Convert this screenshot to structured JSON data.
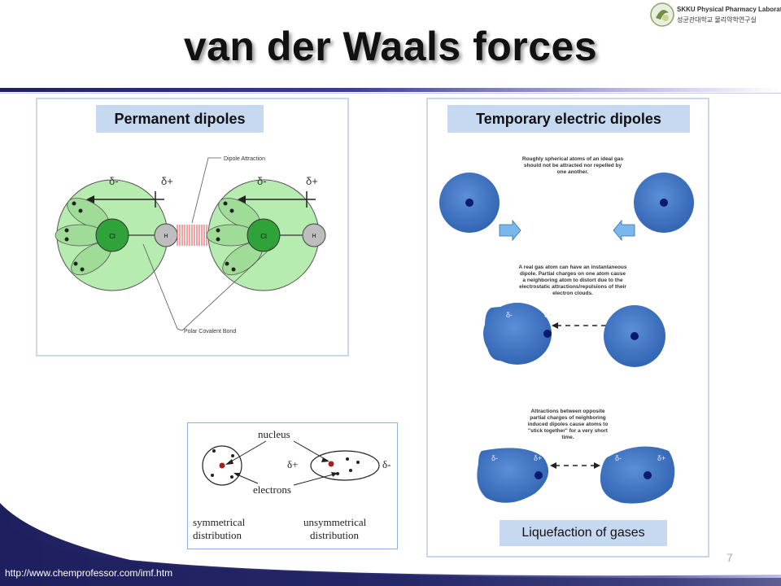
{
  "header": {
    "title": "van der Waals forces",
    "logo_line1": "SKKU Physical Pharmacy Laboratory",
    "logo_line2": "성균관대학교 물리약학연구실"
  },
  "left_panel": {
    "label": "Permanent dipoles",
    "diagram": {
      "dipole_attraction": "Dipole Attraction",
      "polar_covalent_bond": "Polar Covalent Bond",
      "delta_minus": "δ-",
      "delta_plus": "δ+",
      "atom_cl": "Cl",
      "atom_h": "H"
    }
  },
  "right_panel": {
    "label": "Temporary electric dipoles",
    "caption1_lines": [
      "Roughly spherical atoms of an ideal gas",
      "should not be attracted nor repelled by",
      "one another."
    ],
    "caption2_lines": [
      "A real gas atom can have an instantaneous",
      "dipole. Partial charges on one atom cause",
      "a neighboring atom to distort due to the",
      "electrostatic attractions/repulsions of their",
      "electron clouds."
    ],
    "caption3_lines": [
      "Attractions between opposite",
      "partial charges of neighboring",
      "induced dipoles cause atoms to",
      "\"stick together\" for a very short",
      "time."
    ],
    "delta_minus": "δ-",
    "delta_plus": "δ+",
    "liquefaction_label": "Liquefaction of gases"
  },
  "bottom_diagram": {
    "nucleus": "nucleus",
    "electrons": "electrons",
    "delta_plus": "δ+",
    "delta_minus": "δ-",
    "symmetrical_line1": "symmetrical",
    "symmetrical_line2": "distribution",
    "unsymmetrical_line1": "unsymmetrical",
    "unsymmetrical_line2": "distribution"
  },
  "footer": {
    "url": "http://www.chemprofessor.com/imf.htm",
    "slide_number": "7"
  },
  "colors": {
    "panel_tag_bg": "#c6d9f1",
    "atom_green": "#b7ecb0",
    "atom_blue": "#3f74c2",
    "footer_dark": "#1e1f5e"
  }
}
